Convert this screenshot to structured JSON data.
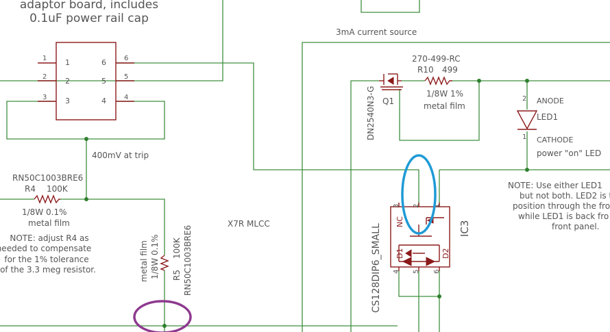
{
  "texts": {
    "adaptor_note_1": "adaptor board, includes",
    "adaptor_note_2": "0.1uF power rail cap",
    "current_source": "3mA current source",
    "at_trip": "400mV at trip",
    "r4_part": "RN50C1003BRE6",
    "r4_name": "R4",
    "r4_value": "100K",
    "r4_spec_1": "1/8W 0.1%",
    "r4_spec_2": "metal film",
    "note_r4_1": "NOTE: adjust R4 as",
    "note_r4_2": "needed to compensate",
    "note_r4_3": "for the 1% tolerance",
    "note_r4_4": "of the 3.3 meg resistor.",
    "x7r": "X7R MLCC",
    "r5_spec_1": "metal film",
    "r5_spec_2": "1/8W 0.1%",
    "r5_name": "R5",
    "r5_value": "100K",
    "r5_part": "RN50C1003BRE6",
    "r10_part": "270-499-RC",
    "r10_name": "R10",
    "r10_value": "499",
    "r10_spec_1": "1/8W 1%",
    "r10_spec_2": "metal film",
    "q1_part": "DN2540N3-G",
    "q1_name": "Q1",
    "led_anode": "ANODE",
    "led_name": "LED1",
    "led_cathode": "CATHODE",
    "led_power": "power \"on\" LED",
    "ic3_part": "CS128DIP6_SMALL",
    "ic3_name": "IC3",
    "note_led_1": "NOTE: Use either LED1",
    "note_led_2": "but not both.  LED2 is t",
    "note_led_3": "position through the fro",
    "note_led_4": "while LED1 is back fro",
    "note_led_5": "front panel."
  },
  "connector": {
    "left_pins": [
      "1",
      "2",
      "3"
    ],
    "right_pins": [
      "6",
      "5",
      "4"
    ],
    "inner_left": [
      "1",
      "2",
      "3"
    ],
    "inner_right": [
      "6",
      "5",
      "4"
    ]
  },
  "ic3_pins": {
    "top": [
      "3",
      "2",
      "1"
    ],
    "bottom": [
      "4",
      "5",
      "6"
    ],
    "nc": "NC",
    "d1": "D1",
    "d2": "D2"
  },
  "led_pins": [
    "2",
    "1"
  ],
  "colors": {
    "wire": "#3f8f3f",
    "part": "#8b1a1a",
    "text": "#555555",
    "circle_blue": "#1f9ad6",
    "circle_purple": "#8e3a8f"
  }
}
